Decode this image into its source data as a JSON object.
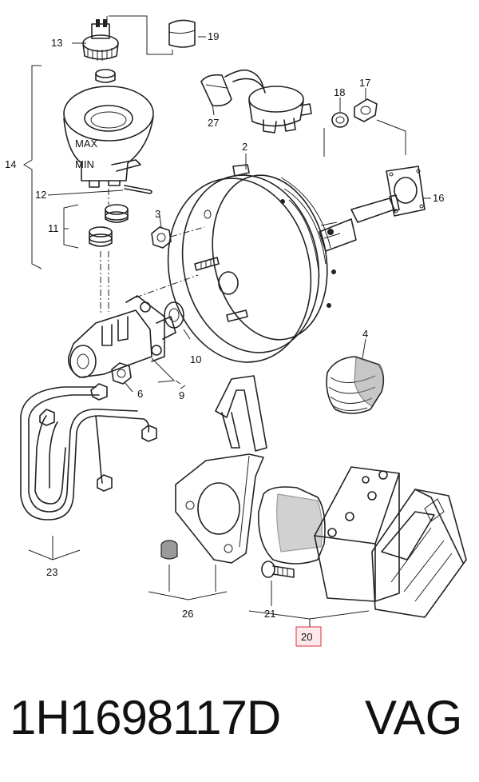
{
  "diagram": {
    "callouts": {
      "c1": "2",
      "c2": "3",
      "c3": "4",
      "c4": "6",
      "c5": "9",
      "c6": "10",
      "c7": "11",
      "c8": "12",
      "c9": "13",
      "c10": "14",
      "c11": "16",
      "c12": "17",
      "c13": "18",
      "c14": "19",
      "c15": "20",
      "c16": "21",
      "c17": "23",
      "c18": "26",
      "c19": "27"
    },
    "highlighted_callout": "20",
    "highlight_color": "#d9303e",
    "reservoir_marks": {
      "min": "MIN",
      "max": "MAX"
    }
  },
  "footer": {
    "part_number": "1H1698117D",
    "manufacturer": "VAG"
  }
}
